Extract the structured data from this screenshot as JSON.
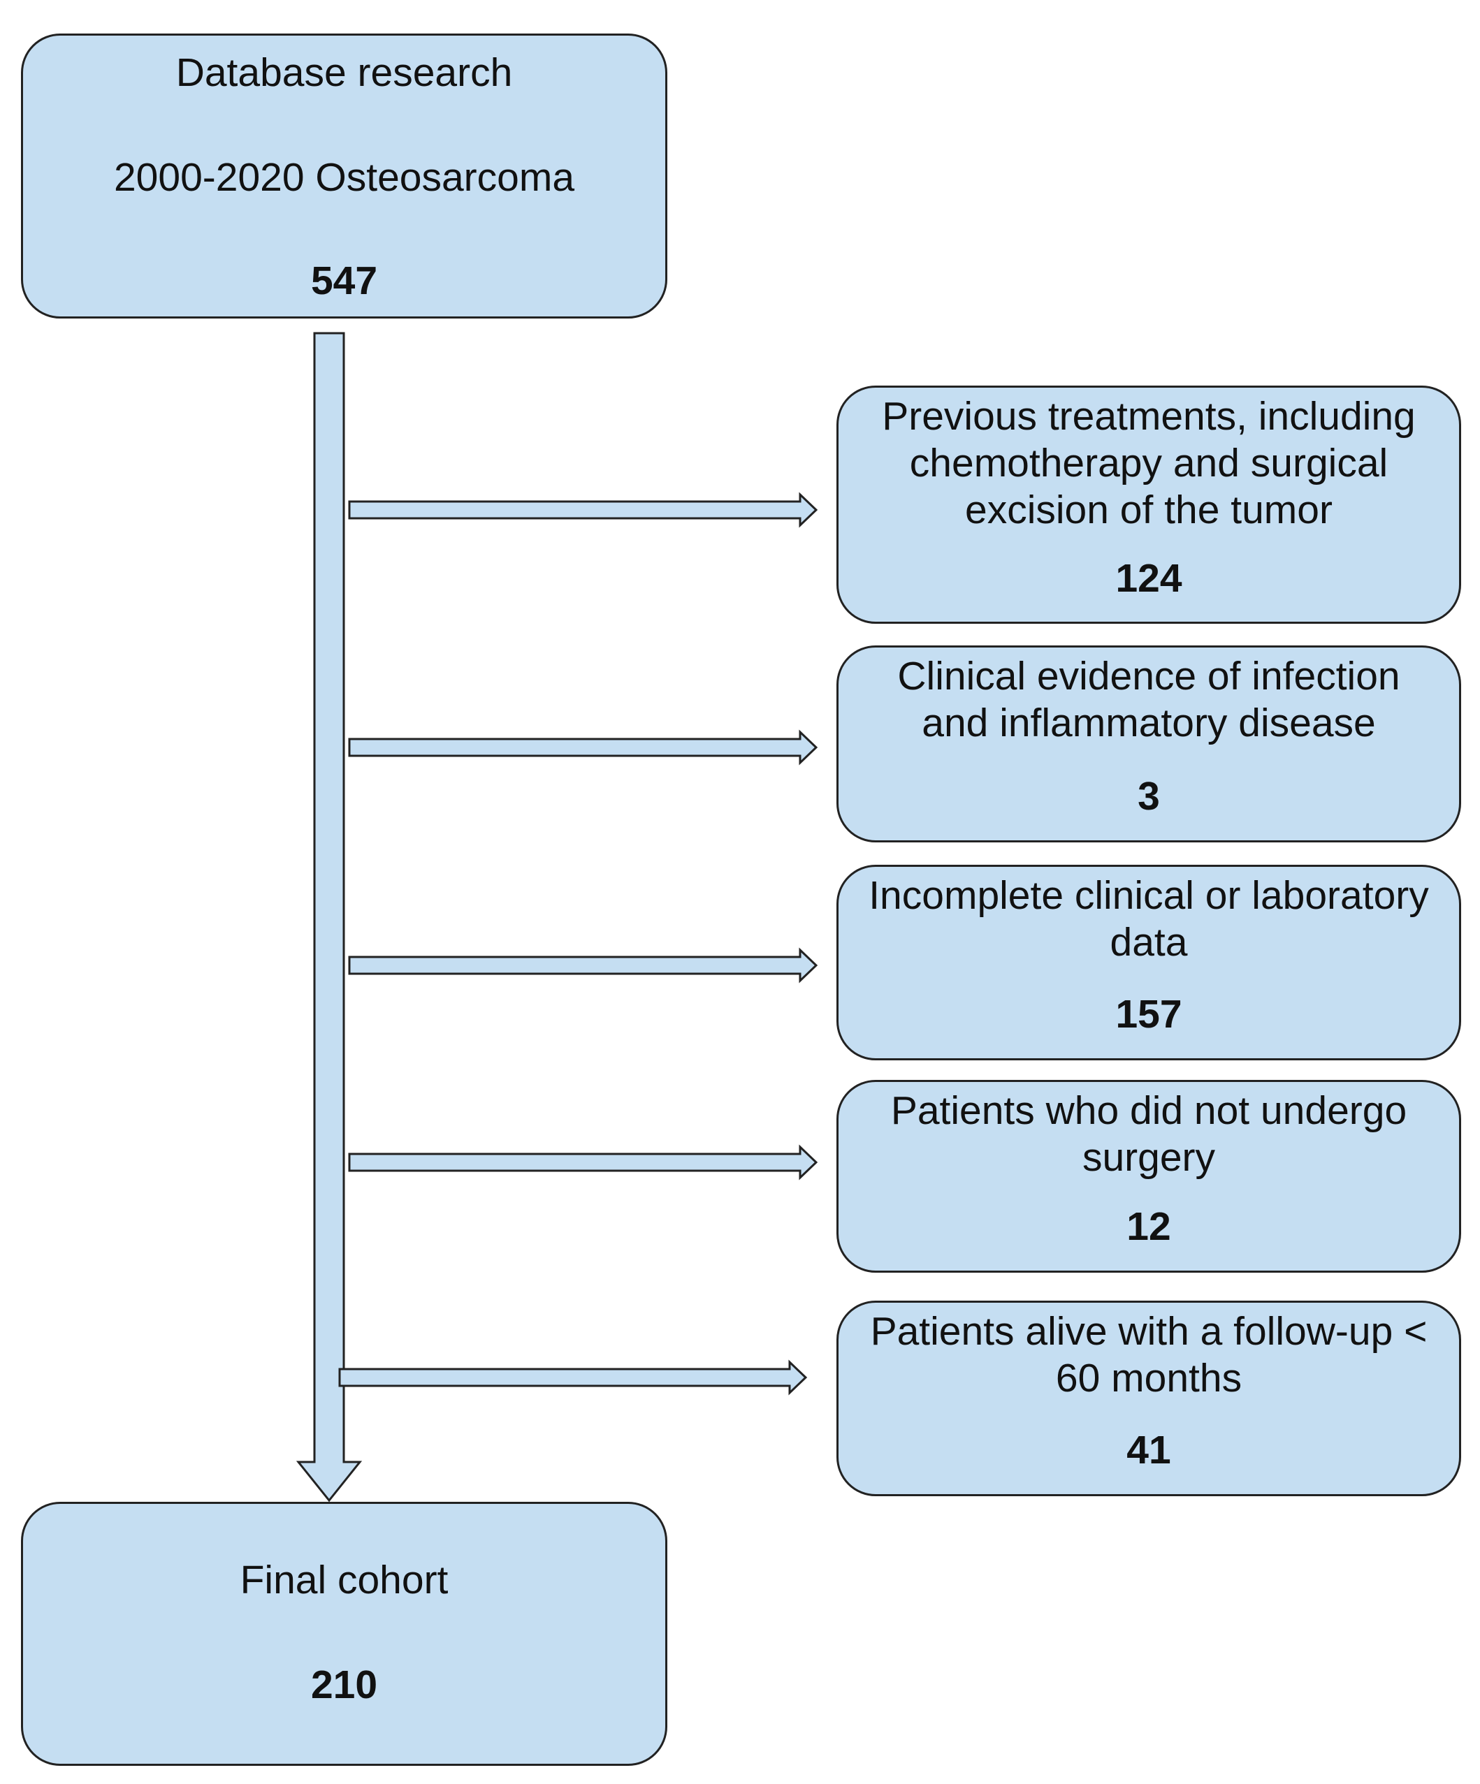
{
  "start": {
    "label_line1": "Database research",
    "label_line2": "2000-2020 Osteosarcoma",
    "count": "547"
  },
  "exclusions": [
    {
      "label": "Previous treatments, including chemotherapy and surgical excision of the tumor",
      "count": "124"
    },
    {
      "label": "Clinical evidence of infection and inflammatory disease",
      "count": "3"
    },
    {
      "label": "Incomplete clinical or laboratory data",
      "count": "157"
    },
    {
      "label": "Patients who did not undergo surgery",
      "count": "12"
    },
    {
      "label": "Patients alive with a follow-up < 60 months",
      "count": "41"
    }
  ],
  "final": {
    "label": "Final cohort",
    "count": "210"
  },
  "colors": {
    "box_fill": "#c5def2",
    "stroke": "#222222"
  }
}
